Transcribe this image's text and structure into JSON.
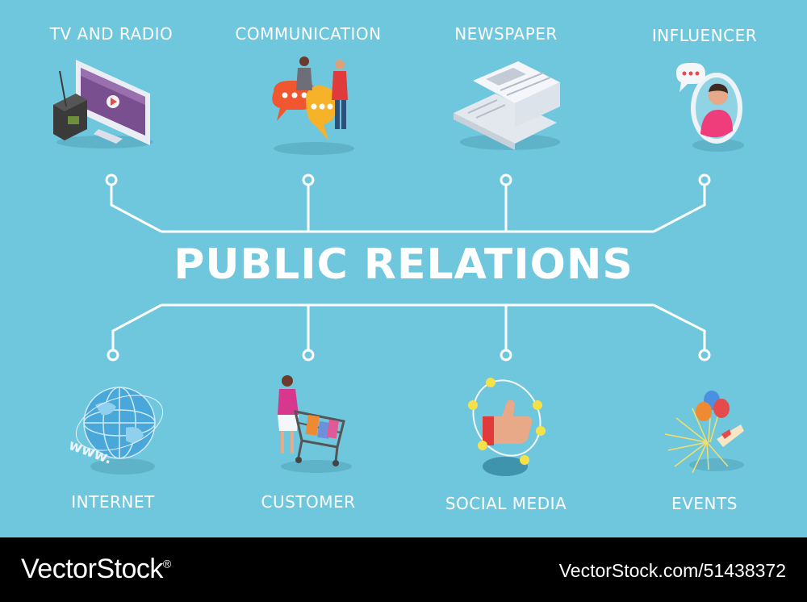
{
  "diagram": {
    "title": "PUBLIC RELATIONS",
    "nodes": [
      {
        "label": "TV AND RADIO",
        "icon": "tv-radio-icon"
      },
      {
        "label": "COMMUNICATION",
        "icon": "communication-icon"
      },
      {
        "label": "NEWSPAPER",
        "icon": "newspaper-icon"
      },
      {
        "label": "INFLUENCER",
        "icon": "influencer-icon"
      },
      {
        "label": "INTERNET",
        "icon": "internet-globe-icon"
      },
      {
        "label": "CUSTOMER",
        "icon": "customer-cart-icon"
      },
      {
        "label": "SOCIAL MEDIA",
        "icon": "social-media-like-icon"
      },
      {
        "label": "EVENTS",
        "icon": "events-balloons-icon"
      }
    ],
    "colors": {
      "background": "#6ec7dd",
      "lines": "#ffffff",
      "text": "#ffffff",
      "footer": "#000000"
    }
  },
  "footer": {
    "brand": "VectorStock",
    "registered": "®",
    "image_id": "VectorStock.com/51438372"
  }
}
